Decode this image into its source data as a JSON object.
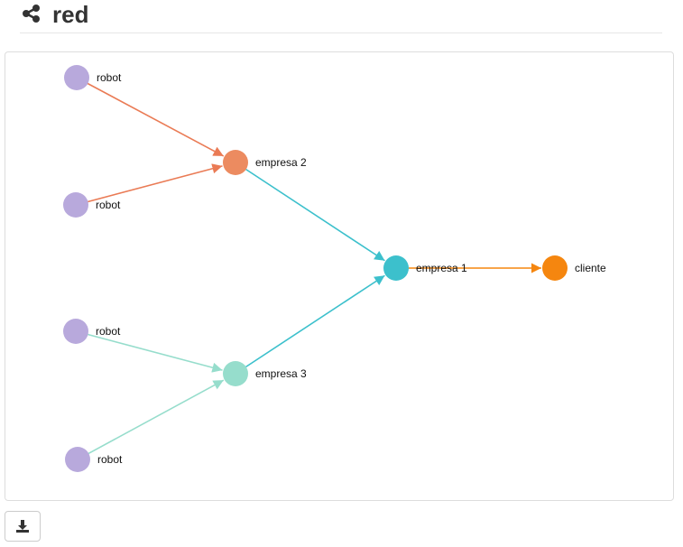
{
  "header": {
    "title": "red",
    "icon": "share-icon"
  },
  "graph": {
    "nodes": [
      {
        "id": "r1",
        "label": "robot",
        "color": "#b8a9dc"
      },
      {
        "id": "r2",
        "label": "robot",
        "color": "#b8a9dc"
      },
      {
        "id": "r3",
        "label": "robot",
        "color": "#b8a9dc"
      },
      {
        "id": "r4",
        "label": "robot",
        "color": "#b8a9dc"
      },
      {
        "id": "e2",
        "label": "empresa 2",
        "color": "#ec8b60"
      },
      {
        "id": "e3",
        "label": "empresa 3",
        "color": "#96ddcc"
      },
      {
        "id": "e1",
        "label": "empresa 1",
        "color": "#3cc0cc"
      },
      {
        "id": "c",
        "label": "cliente",
        "color": "#f5860f"
      }
    ],
    "edges": [
      {
        "from": "r1",
        "to": "e2",
        "color": "#ea7b55"
      },
      {
        "from": "r2",
        "to": "e2",
        "color": "#ea7b55"
      },
      {
        "from": "r3",
        "to": "e3",
        "color": "#96ddcc"
      },
      {
        "from": "r4",
        "to": "e3",
        "color": "#96ddcc"
      },
      {
        "from": "e2",
        "to": "e1",
        "color": "#3cc0cc"
      },
      {
        "from": "e3",
        "to": "e1",
        "color": "#3cc0cc"
      },
      {
        "from": "e1",
        "to": "c",
        "color": "#f5860f"
      }
    ]
  },
  "toolbar": {
    "download_icon": "download-icon"
  }
}
